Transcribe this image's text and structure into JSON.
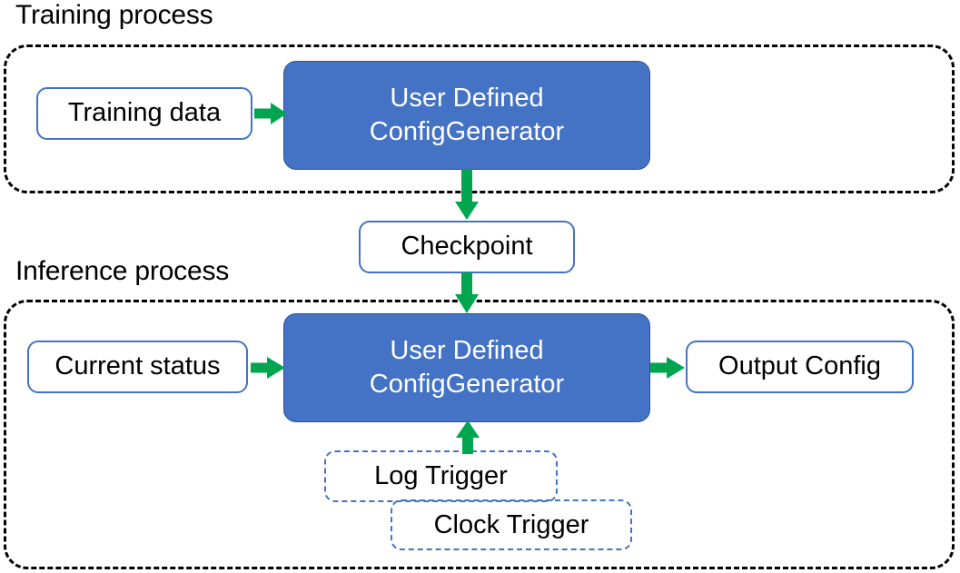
{
  "diagram": {
    "title_training": "Training process",
    "title_inference": "Inference process",
    "colors": {
      "process_fill": "#4472C4",
      "process_stroke": "#2F528F",
      "box_outline": "#4472C4",
      "arrow": "#00A64F",
      "container_outline": "#000000",
      "text_dark": "#000000",
      "text_light": "#FFFFFF"
    }
  },
  "training": {
    "label": "Training process",
    "input": {
      "label": "Training data"
    },
    "process": {
      "line1": "User Defined",
      "line2": "ConfigGenerator"
    }
  },
  "bridge": {
    "checkpoint": {
      "label": "Checkpoint"
    }
  },
  "inference": {
    "label": "Inference process",
    "input": {
      "label": "Current status"
    },
    "process": {
      "line1": "User Defined",
      "line2": "ConfigGenerator"
    },
    "output": {
      "label": "Output Config"
    },
    "triggers": [
      {
        "label": "Log Trigger"
      },
      {
        "label": "Clock Trigger"
      }
    ]
  },
  "arrows": [
    {
      "name": "training-data-to-generator",
      "from": "Training data",
      "to": "User Defined ConfigGenerator",
      "direction": "right"
    },
    {
      "name": "generator-to-checkpoint",
      "from": "User Defined ConfigGenerator",
      "to": "Checkpoint",
      "direction": "down"
    },
    {
      "name": "checkpoint-to-inference-generator",
      "from": "Checkpoint",
      "to": "User Defined ConfigGenerator",
      "direction": "down"
    },
    {
      "name": "current-status-to-generator",
      "from": "Current status",
      "to": "User Defined ConfigGenerator",
      "direction": "right"
    },
    {
      "name": "generator-to-output-config",
      "from": "User Defined ConfigGenerator",
      "to": "Output Config",
      "direction": "right"
    },
    {
      "name": "triggers-to-generator",
      "from": "Log Trigger / Clock Trigger",
      "to": "User Defined ConfigGenerator",
      "direction": "up"
    }
  ]
}
